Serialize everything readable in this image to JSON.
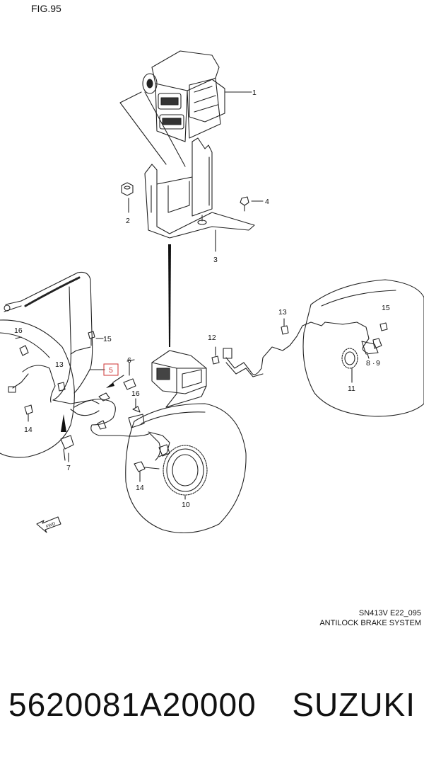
{
  "figure": {
    "title": "FIG.95",
    "model_code": "SN413V  E22_095",
    "system_name": "ANTILOCK BRAKE SYSTEM"
  },
  "callouts": [
    {
      "id": "c1",
      "label": "1"
    },
    {
      "id": "c2",
      "label": "2"
    },
    {
      "id": "c3",
      "label": "3"
    },
    {
      "id": "c4",
      "label": "4"
    },
    {
      "id": "c5",
      "label": "5"
    },
    {
      "id": "c6",
      "label": "6"
    },
    {
      "id": "c7",
      "label": "7"
    },
    {
      "id": "c8",
      "label": "8"
    },
    {
      "id": "c9",
      "label": "9"
    },
    {
      "id": "c10",
      "label": "10"
    },
    {
      "id": "c11",
      "label": "11"
    },
    {
      "id": "c12",
      "label": "12"
    },
    {
      "id": "c13a",
      "label": "13"
    },
    {
      "id": "c13b",
      "label": "13"
    },
    {
      "id": "c14a",
      "label": "14"
    },
    {
      "id": "c14b",
      "label": "14"
    },
    {
      "id": "c15a",
      "label": "15"
    },
    {
      "id": "c15b",
      "label": "15"
    },
    {
      "id": "c16a",
      "label": "16"
    },
    {
      "id": "c16b",
      "label": "16"
    }
  ],
  "direction_marker": "FWD",
  "part_number": "5620081A20000",
  "brand": "SUZUKI",
  "highlight_color": "#cc3333"
}
